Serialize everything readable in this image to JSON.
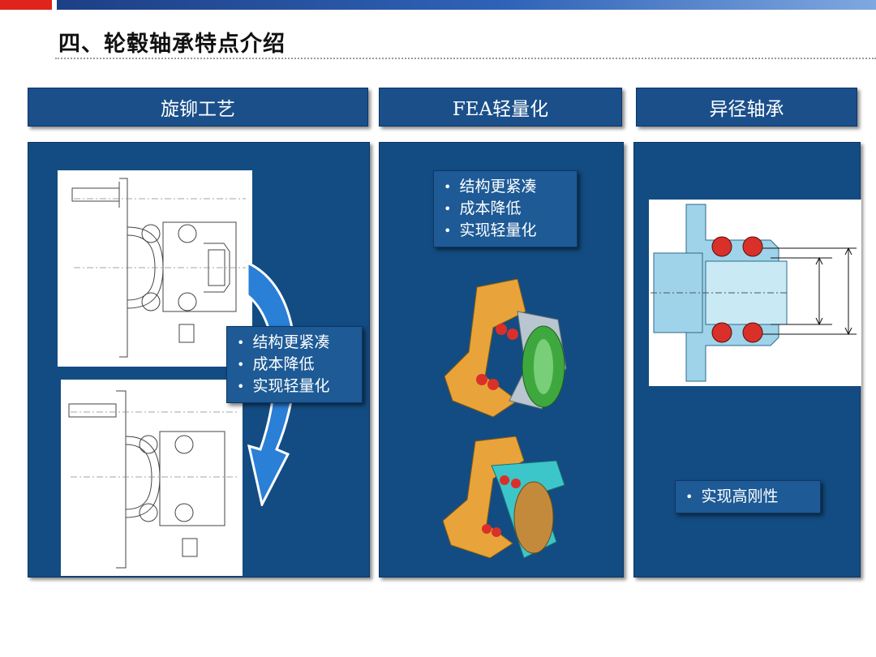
{
  "header": {
    "title": "四、轮毂轴承特点介绍"
  },
  "columns": [
    {
      "header": "旋铆工艺",
      "bullets": [
        "结构更紧凑",
        "成本降低",
        "实现轻量化"
      ]
    },
    {
      "header": "FEA轻量化",
      "bullets": [
        "结构更紧凑",
        "成本降低",
        "实现轻量化"
      ]
    },
    {
      "header": "异径轴承",
      "bullets": [
        "实现高刚性"
      ]
    }
  ],
  "colors": {
    "panel": "#134c82",
    "header": "#1a4f8a",
    "accent_red": "#e0231b",
    "arrow": "#2a7fd6"
  },
  "icons": [
    "bearing-drawing-before",
    "bearing-drawing-after",
    "curved-arrow-icon",
    "fea-model-top",
    "fea-model-bottom",
    "bearing-section-diagram"
  ]
}
